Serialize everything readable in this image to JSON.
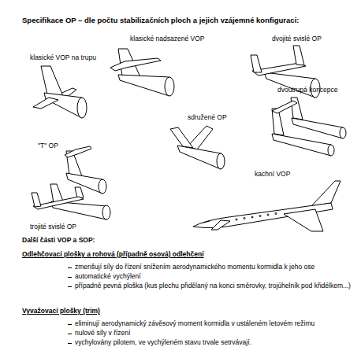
{
  "diagram": {
    "title": "Specifikace OP – dle počtu stabilizačních ploch a jejich vzájemné konfiguraci:",
    "labels": [
      "klasické VOP na trupu",
      "klasické nadsazené VOP",
      "dvojité svislé OP",
      "dvoutrupá koncepce",
      "sdružené OP",
      "\"T\" OP",
      "kachní VOP",
      "trojité svislé OP",
      "Další části VOP a SOP:",
      "Odlehčovací plošky a rohová (případně osová) odlehčení",
      "zmenšují síly do řízení snížením aerodynamického momentu kormidla k jeho ose",
      "automatické vychýlení",
      "případně pevná ploška (kus plechu přidělaný na konci směrovky, trojúhelník pod křidélkem...)",
      "Vyvažovací plošky (trim)",
      "eliminují aerodynamický závěsový moment kormidla v ustáleném letovém režimu",
      "nulové síly v řízení",
      "vychylovány pilotem, ve vychýleném stavu trvale setrvávají."
    ]
  }
}
